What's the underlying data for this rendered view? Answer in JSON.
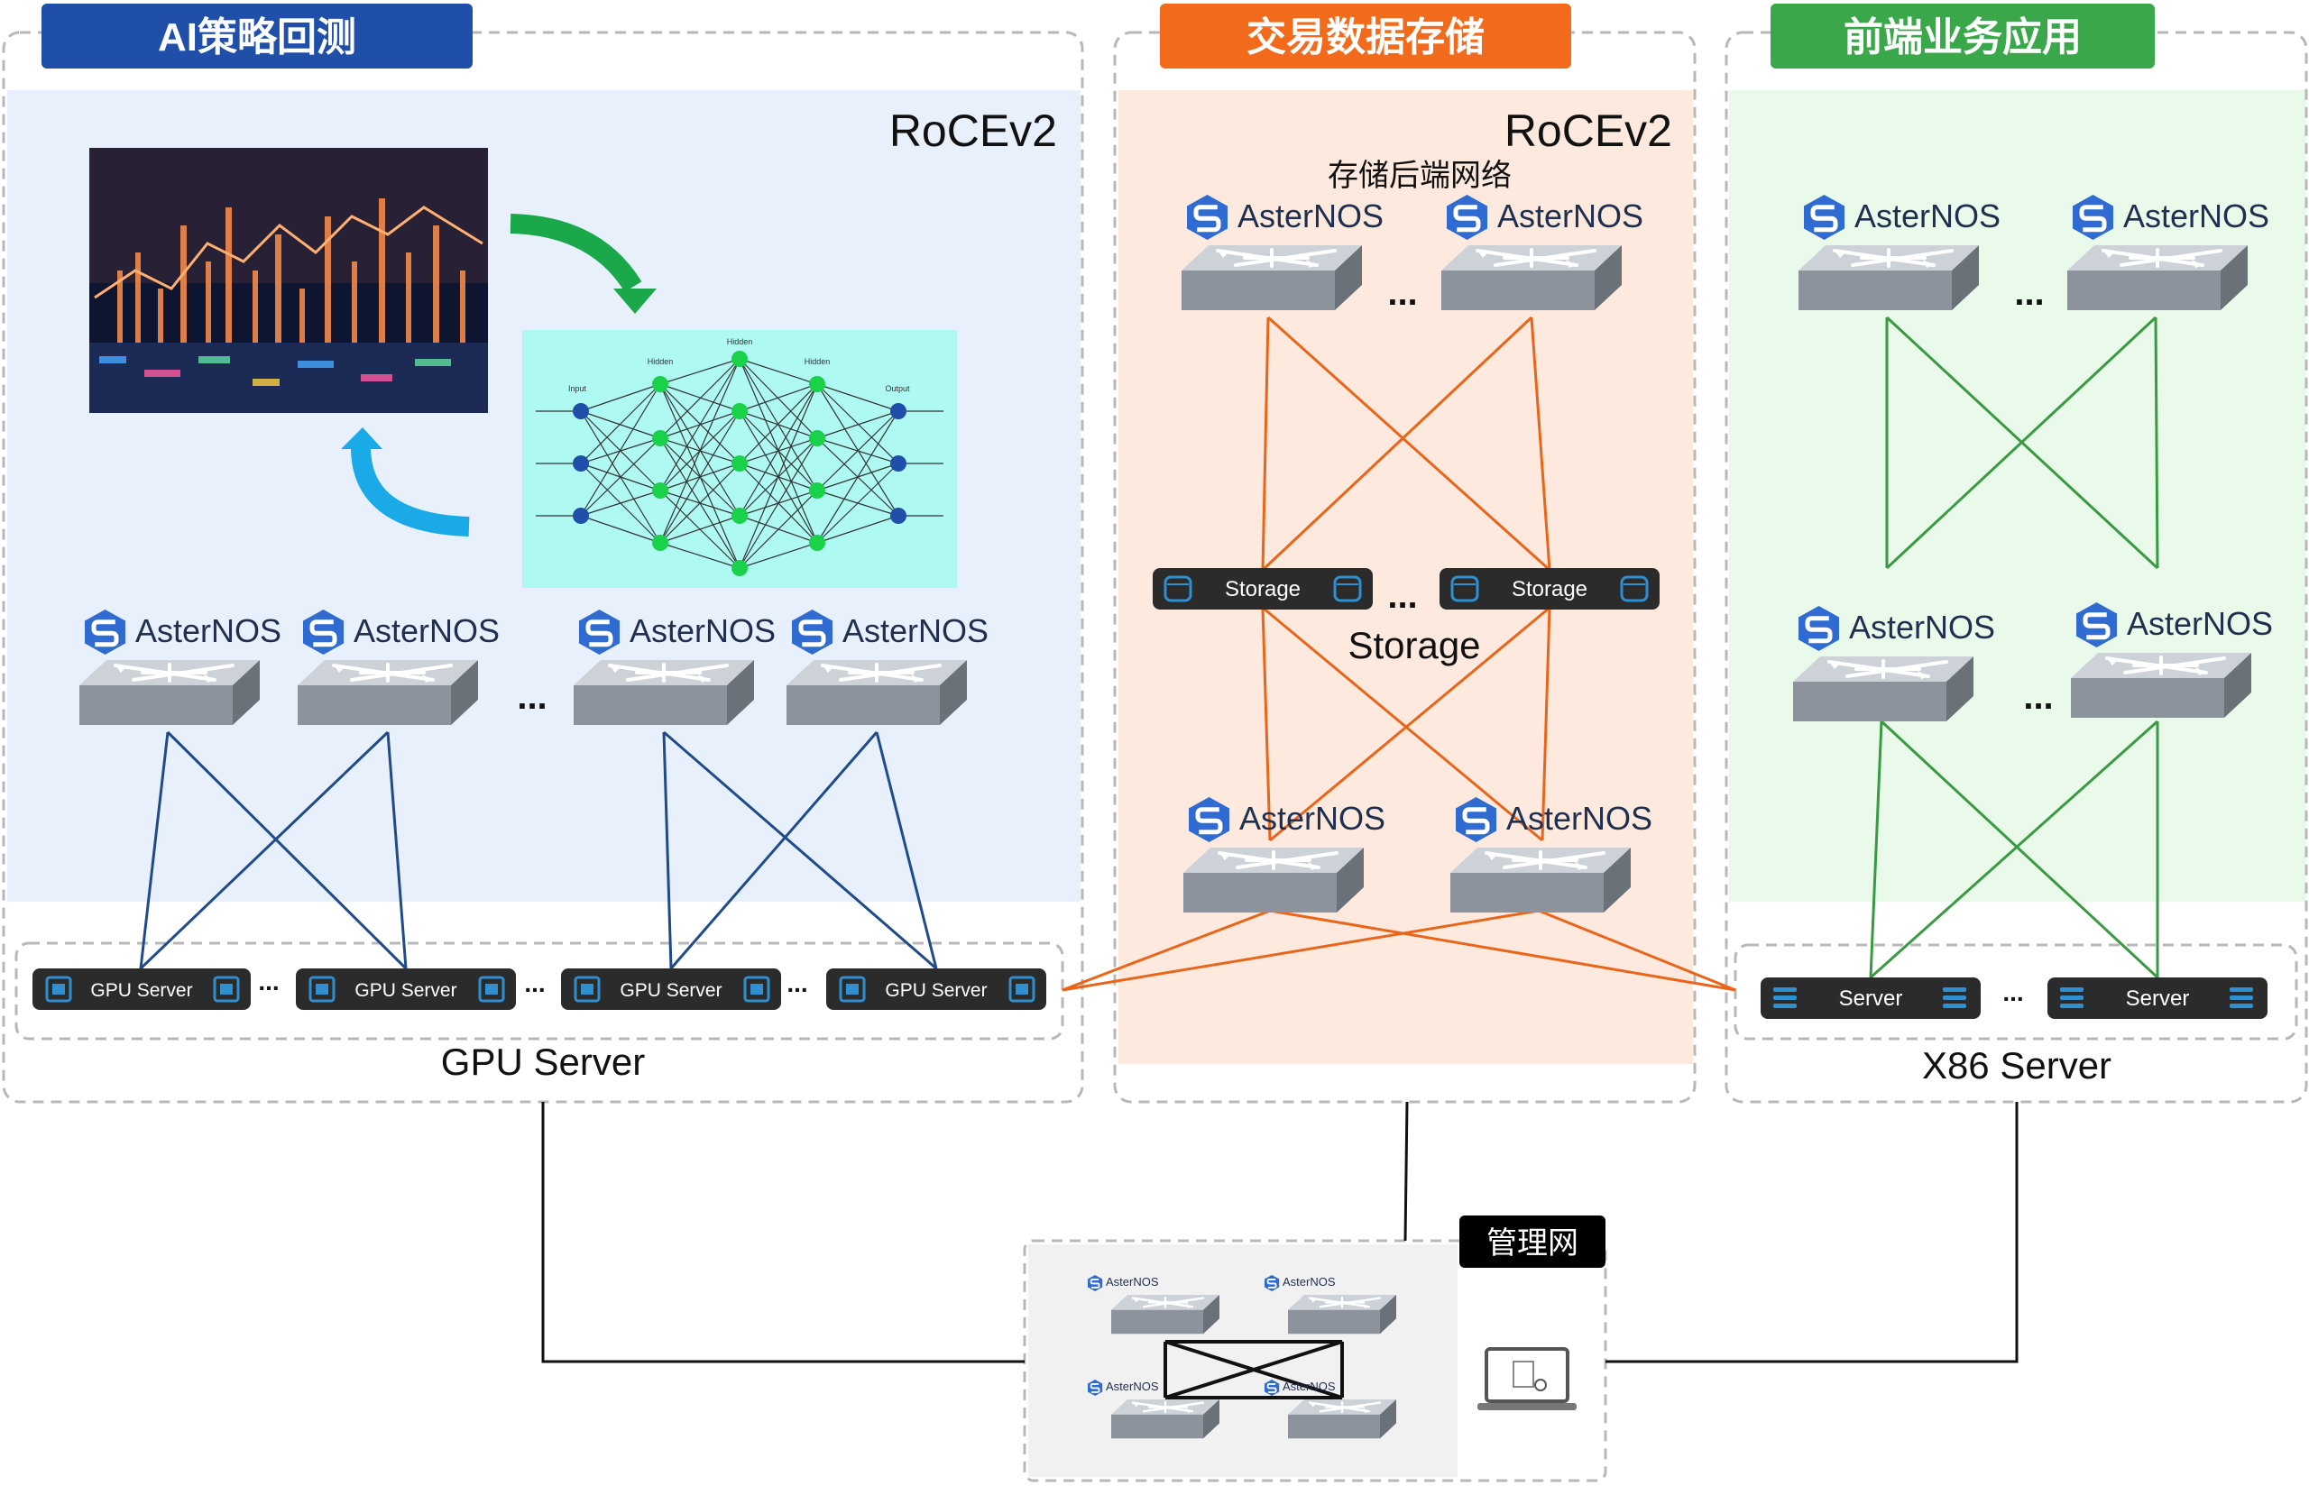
{
  "sections": {
    "ai": {
      "title": "AI策略回测",
      "color": "#1f4fa8",
      "protocol": "RoCEv2",
      "servers_caption": "GPU Server"
    },
    "storage": {
      "title": "交易数据存储",
      "color": "#f26a1b",
      "protocol": "RoCEv2",
      "subtitle": "存储后端网络",
      "storage_caption": "Storage"
    },
    "frontend": {
      "title": "前端业务应用",
      "color": "#3aa84a",
      "servers_caption": "X86 Server"
    },
    "mgmt": {
      "title": "管理网"
    }
  },
  "switch_label": "AsterNOS",
  "ellipsis": "...",
  "devices": {
    "gpu_server": "GPU Server",
    "storage": "Storage",
    "server": "Server"
  },
  "neural_net": {
    "input": "Input",
    "hidden": "Hidden",
    "output": "Output"
  },
  "colors": {
    "ai_bg": "#e8f0fc",
    "storage_bg": "#fde9dd",
    "frontend_bg": "#eafaea",
    "ai_links": "#1f4b8a",
    "storage_links": "#e8651a",
    "frontend_links": "#3a9a44",
    "nn_bg": "#aefaf2",
    "device_bg": "#2b2b2b",
    "device_icon": "#2f8fd0"
  },
  "icons": [
    "asternos-logo-icon",
    "network-switch-icon",
    "gpu-chip-icon",
    "storage-disk-icon",
    "server-rack-icon",
    "monitor-icon",
    "green-cycle-arrow-icon",
    "blue-cycle-arrow-icon"
  ]
}
